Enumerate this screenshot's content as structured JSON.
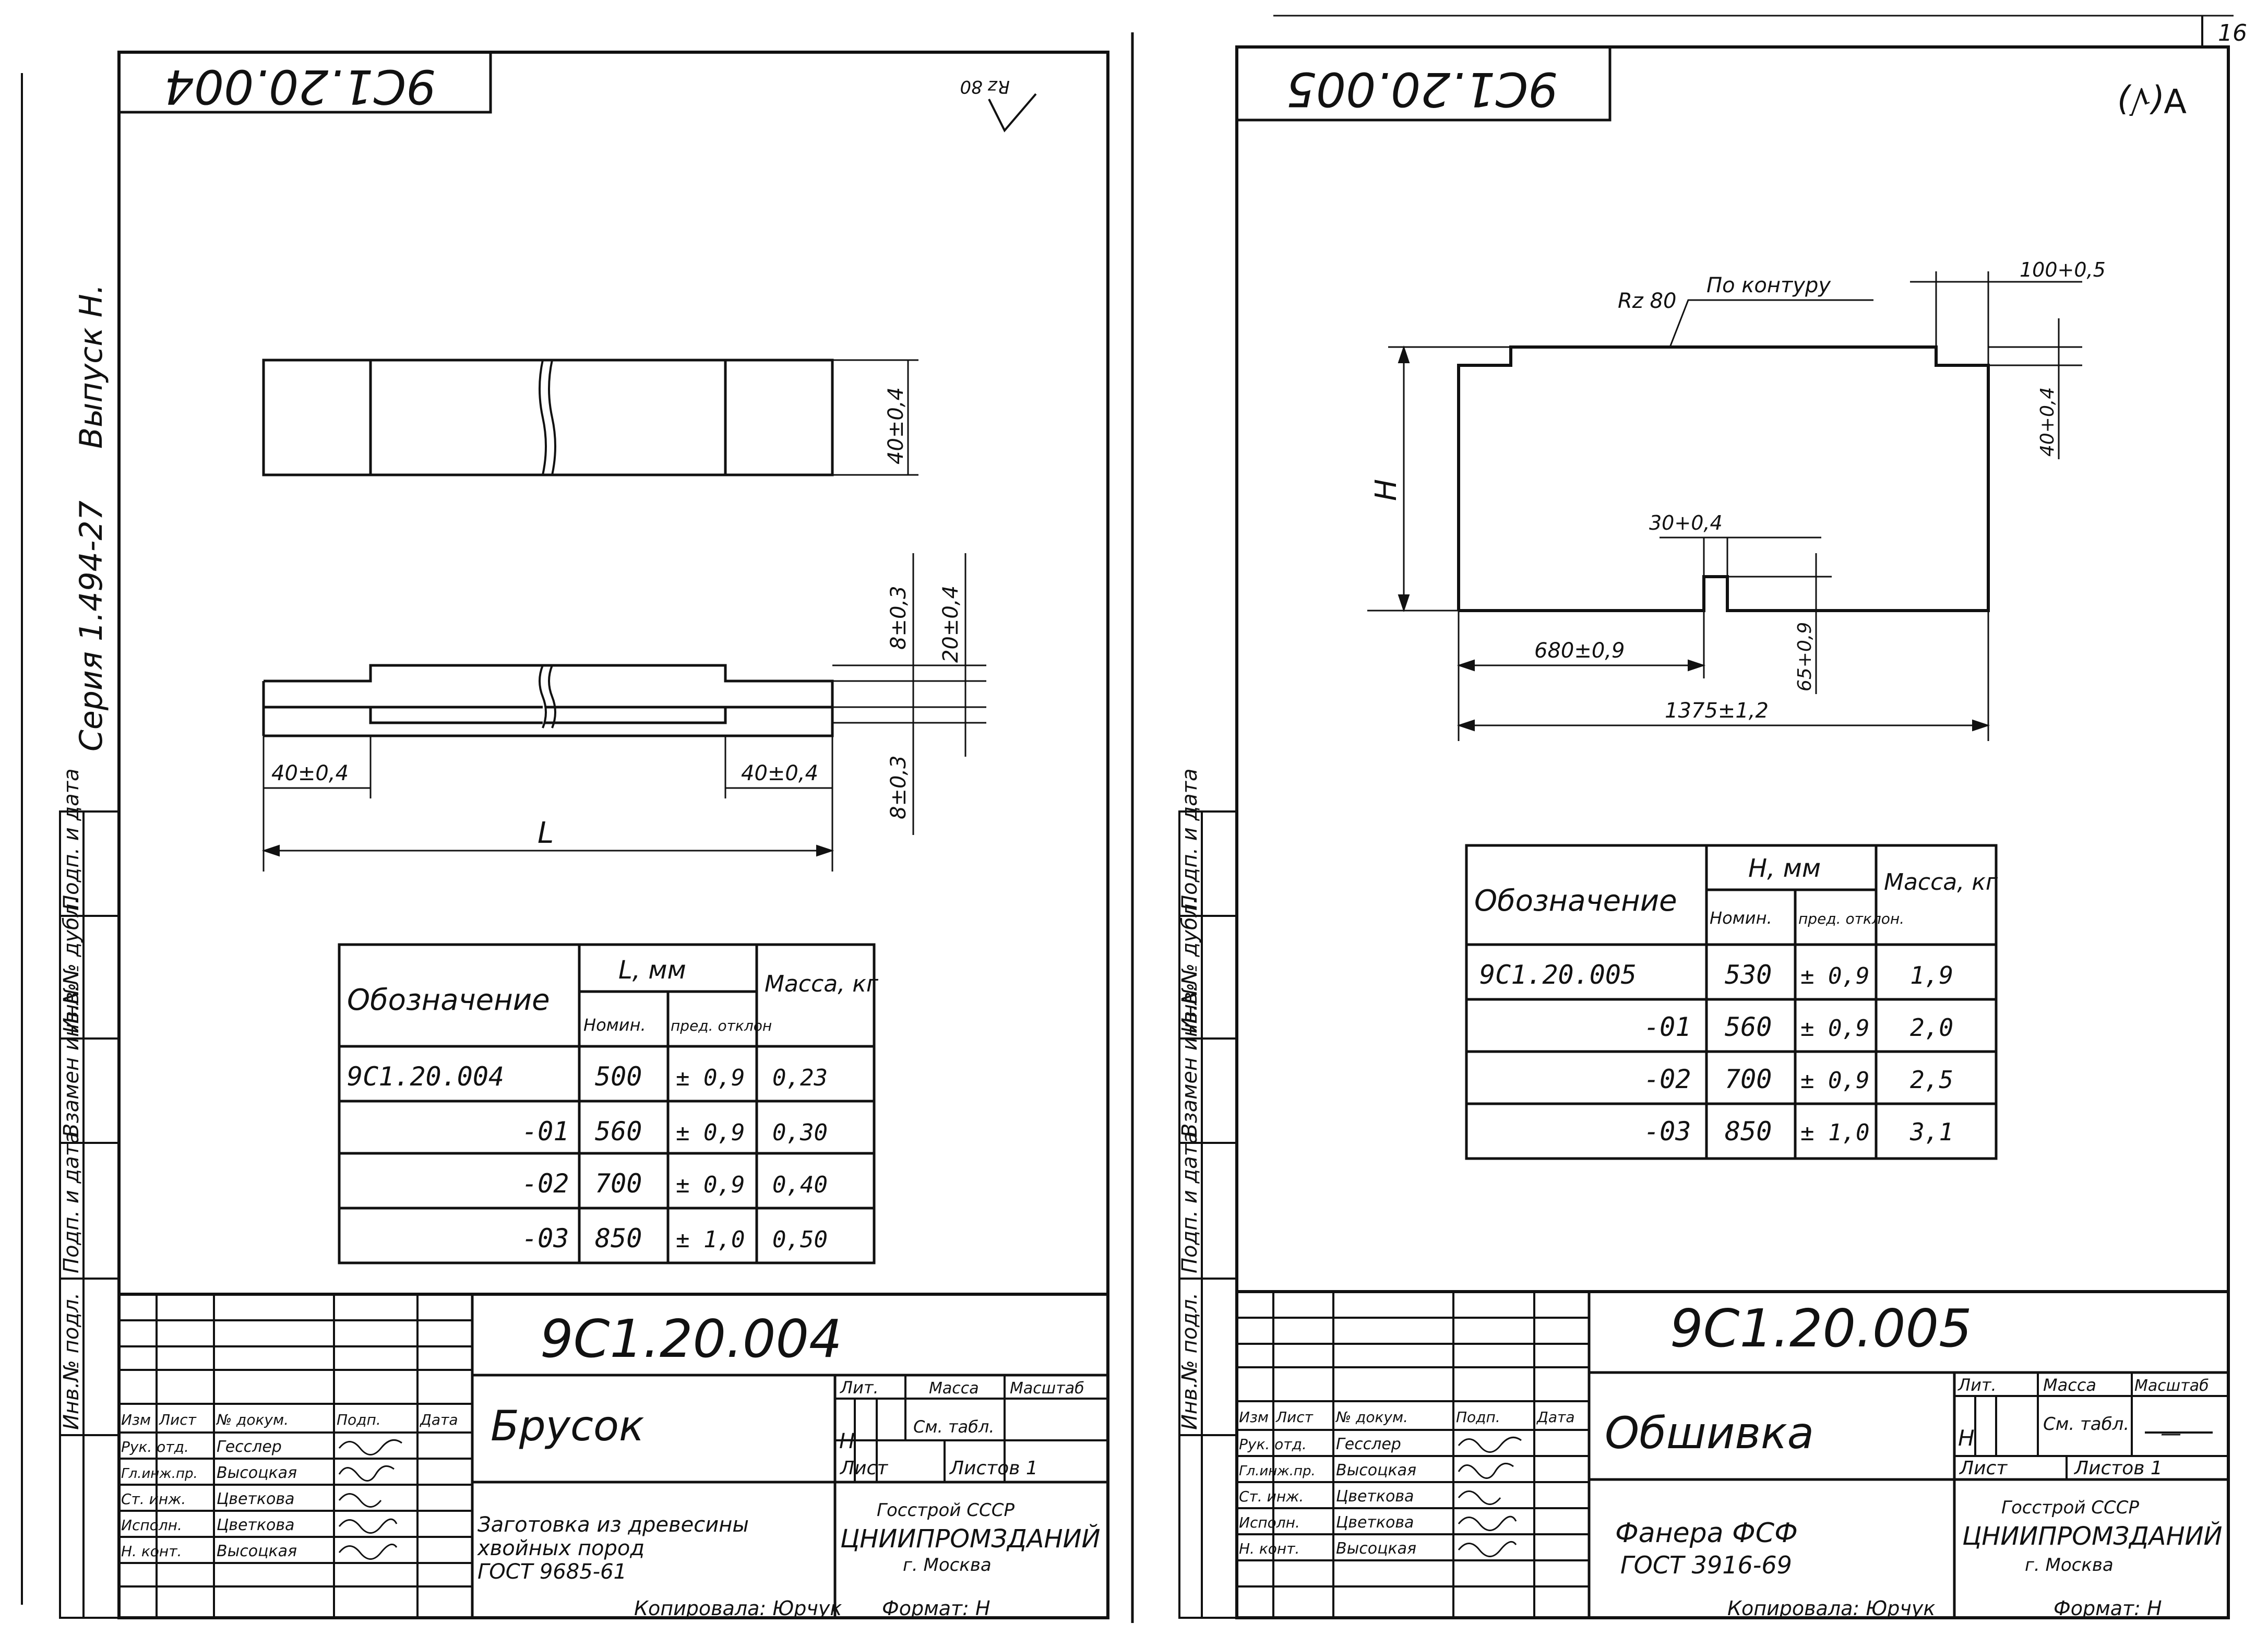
{
  "page_number": "16",
  "left_sheet": {
    "top_code": "9С1.20.004",
    "roughness_mark": "Rz 80",
    "side_stamp": {
      "series": "Серия 1.494-27",
      "issue": "Выпуск Н."
    },
    "margin_labels": [
      "Подп. и дата",
      "Инв.№ дубл.",
      "Взамен инв.№",
      "Подп. и дата",
      "Инв.№ подл."
    ],
    "dims": {
      "height": "40±0,4",
      "top_step": "8±0,3",
      "full_height": "20±0,4",
      "bottom_step": "8±0,3",
      "left_end": "40±0,4",
      "right_end": "40±0,4",
      "length": "L"
    },
    "table": {
      "head_designation": "Обозначение",
      "head_dim": "L, мм",
      "head_nom": "Номин.",
      "head_dev": "пред. отклон",
      "head_mass": "Масса, кг",
      "rows": [
        {
          "des": "9С1.20.004",
          "nom": "500",
          "dev": "± 0,9",
          "mass": "0,23"
        },
        {
          "des": "-01",
          "nom": "560",
          "dev": "± 0,9",
          "mass": "0,30"
        },
        {
          "des": "-02",
          "nom": "700",
          "dev": "± 0,9",
          "mass": "0,40"
        },
        {
          "des": "-03",
          "nom": "850",
          "dev": "± 1,0",
          "mass": "0,50"
        }
      ]
    },
    "title_block": {
      "code": "9С1.20.004",
      "name": "Брусок",
      "material": [
        "Заготовка из древесины",
        "хвойных пород",
        "ГОСТ 9685-61"
      ],
      "org": [
        "Госстрой СССР",
        "ЦНИИПРОМЗДАНИЙ",
        "г. Москва"
      ],
      "lit_label": "Лит.",
      "mass_label": "Масса",
      "scale_label": "Масштаб",
      "lit_value": "Н",
      "mass_value": "См. табл.",
      "scale_value": "",
      "sheet_label": "Лист",
      "sheets_label": "Листов 1",
      "staff_header": [
        "Изм",
        "Лист",
        "№ докум.",
        "Подп.",
        "Дата"
      ],
      "staff": [
        {
          "role": "Рук. отд.",
          "name": "Гесслер"
        },
        {
          "role": "Гл.инж.пр.",
          "name": "Высоцкая"
        },
        {
          "role": "Ст. инж.",
          "name": "Цветкова"
        },
        {
          "role": "Исполн.",
          "name": "Цветкова"
        },
        {
          "role": "Н. конт.",
          "name": "Высоцкая"
        }
      ],
      "copied": "Копировала: Юрчук",
      "format": "Формат: Н"
    }
  },
  "right_sheet": {
    "top_code": "9С1.20.005",
    "roughness_mark": "∀(√)",
    "margin_labels": [
      "Подп. и дата",
      "Инв.№ дубл.",
      "Взамен инв.№",
      "Подп. и дата",
      "Инв.№ подл."
    ],
    "dims": {
      "rz": "Rz 80",
      "contour": "По контуру",
      "notch_width": "100+0,5",
      "notch_depth": "40+0,4",
      "height": "H",
      "slot_width": "30+0,4",
      "slot_pos": "680±0,9",
      "slot_depth": "65+0,9",
      "width": "1375±1,2"
    },
    "table": {
      "head_designation": "Обозначение",
      "head_dim": "H, мм",
      "head_nom": "Номин.",
      "head_dev": "пред. отклон.",
      "head_mass": "Масса, кг",
      "rows": [
        {
          "des": "9С1.20.005",
          "nom": "530",
          "dev": "± 0,9",
          "mass": "1,9"
        },
        {
          "des": "-01",
          "nom": "560",
          "dev": "± 0,9",
          "mass": "2,0"
        },
        {
          "des": "-02",
          "nom": "700",
          "dev": "± 0,9",
          "mass": "2,5"
        },
        {
          "des": "-03",
          "nom": "850",
          "dev": "± 1,0",
          "mass": "3,1"
        }
      ]
    },
    "title_block": {
      "code": "9С1.20.005",
      "name": "Обшивка",
      "material": [
        "Фанера ФСФ",
        "ГОСТ 3916-69"
      ],
      "org": [
        "Госстрой СССР",
        "ЦНИИПРОМЗДАНИЙ",
        "г. Москва"
      ],
      "lit_label": "Лит.",
      "mass_label": "Масса",
      "scale_label": "Масштаб",
      "lit_value": "Н",
      "mass_value": "См. табл.",
      "scale_value": "—",
      "sheet_label": "Лист",
      "sheets_label": "Листов 1",
      "staff_header": [
        "Изм",
        "Лист",
        "№ докум.",
        "Подп.",
        "Дата"
      ],
      "staff": [
        {
          "role": "Рук. отд.",
          "name": "Гесслер"
        },
        {
          "role": "Гл.инж.пр.",
          "name": "Высоцкая"
        },
        {
          "role": "Ст. инж.",
          "name": "Цветкова"
        },
        {
          "role": "Исполн.",
          "name": "Цветкова"
        },
        {
          "role": "Н. конт.",
          "name": "Высоцкая"
        }
      ],
      "copied": "Копировала: Юрчук",
      "format": "Формат: Н"
    }
  }
}
